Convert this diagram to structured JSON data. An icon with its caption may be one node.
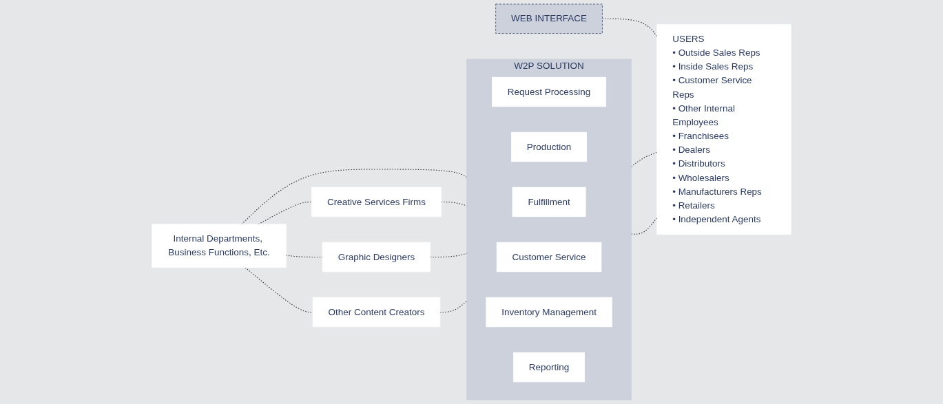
{
  "diagram": {
    "nodes": [
      {
        "text": [
          "Internal Departments, Business Functions, Etc."
        ]
      },
      {
        "text": [
          "Creative Services Firms"
        ]
      },
      {
        "text": [
          "Graphic Designers"
        ]
      },
      {
        "text": [
          "Other Content Creators"
        ]
      },
      {
        "text": [
          "W2P SOLUTION"
        ]
      },
      {
        "text": [
          "Request Processing"
        ],
        "in": 4
      },
      {
        "text": [
          "Production"
        ],
        "in": 4
      },
      {
        "text": [
          "Fulfillment"
        ],
        "in": 4
      },
      {
        "text": [
          "Customer Service"
        ],
        "in": 4
      },
      {
        "text": [
          "Inventory Management"
        ],
        "in": 4
      },
      {
        "text": [
          "Reporting"
        ],
        "in": 4
      },
      {
        "text": [
          "WEB INTERFACE"
        ]
      },
      {
        "text": [
          "USERS",
          "• Outside Sales Reps",
          "• Inside Sales Reps",
          "• Customer Service Reps",
          "• Other Internal Employees",
          "• Franchisees",
          "• Dealers",
          "• Distributors",
          "• Wholesalers",
          "• Manufacturers Reps",
          "• Retailers",
          "• Independent Agents"
        ]
      }
    ],
    "edges": [
      {
        "from": 0,
        "to": 1,
        "arrow": "none",
        "style": "dashed"
      },
      {
        "from": 0,
        "to": 4,
        "arrow": "none",
        "style": "dashed"
      },
      {
        "from": 0,
        "to": 2,
        "arrow": "none",
        "style": "dashed"
      },
      {
        "from": 0,
        "to": 3,
        "arrow": "none",
        "style": "dashed"
      },
      {
        "from": 1,
        "to": 4,
        "arrow": "none",
        "style": "dashed"
      },
      {
        "from": 2,
        "to": 4,
        "arrow": "none",
        "style": "dashed"
      },
      {
        "from": 3,
        "to": 4,
        "arrow": "none",
        "style": "dashed"
      },
      {
        "from": 4,
        "to": 12,
        "arrow": "none",
        "style": "dashed"
      },
      {
        "from": 11,
        "to": 12,
        "arrow": "none",
        "style": "dashed"
      },
      {
        "from": 4,
        "to": 12,
        "arrow": "none",
        "style": "dashed"
      }
    ]
  }
}
